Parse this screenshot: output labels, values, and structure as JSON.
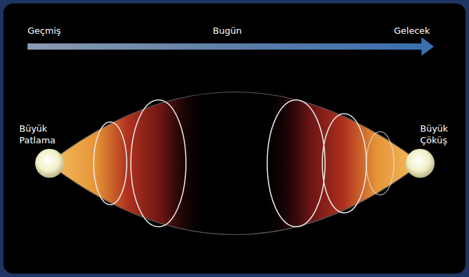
{
  "diagram": {
    "labels": [
      "Geçmiş",
      "Bugün",
      "Gelecek",
      "Büyük Patlama",
      "Büyük Çöküş"
    ]
  }
}
